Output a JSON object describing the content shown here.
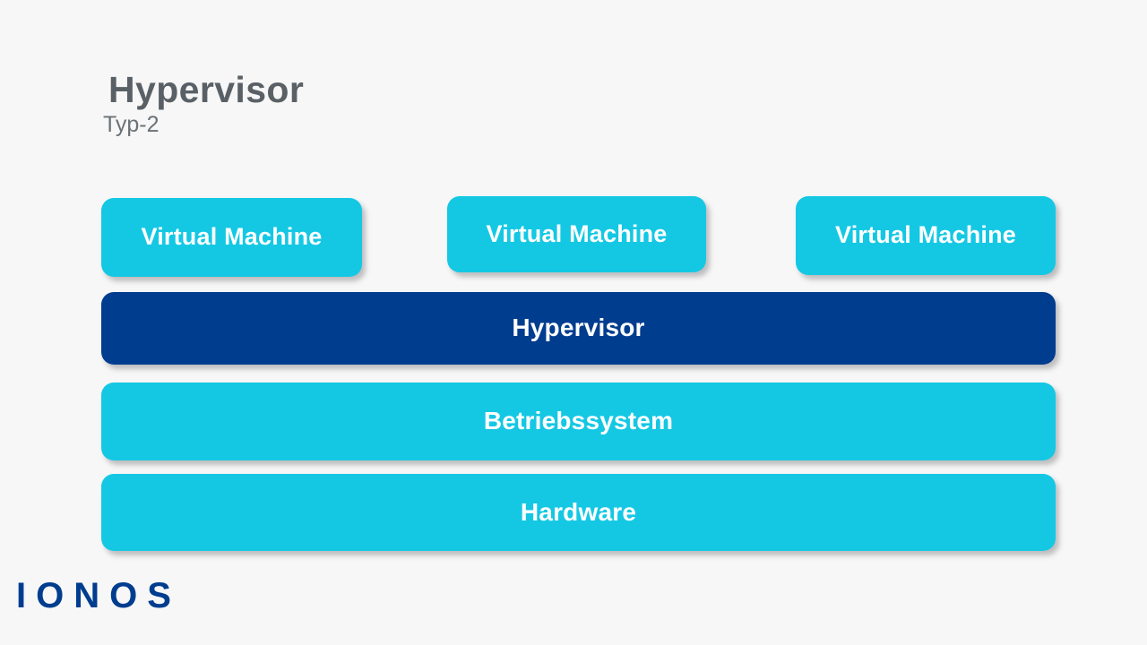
{
  "slide": {
    "background_color": "#f7f7f7",
    "heading": {
      "title": "Hypervisor",
      "subtitle": "Typ-2"
    },
    "colors": {
      "cyan": "#14c8e4",
      "navy": "#003d8f",
      "title_gray": "#5a6166",
      "subtitle_gray": "#6b7276",
      "box_text": "#ffffff"
    },
    "virtual_machines": [
      {
        "label": "Virtual Machine"
      },
      {
        "label": "Virtual Machine"
      },
      {
        "label": "Virtual Machine"
      }
    ],
    "stack": [
      {
        "label": "Hypervisor",
        "color": "#003d8f"
      },
      {
        "label": "Betriebssystem",
        "color": "#14c8e4"
      },
      {
        "label": "Hardware",
        "color": "#14c8e4"
      }
    ],
    "logo": {
      "text": "IONOS",
      "color": "#003d8f"
    }
  }
}
